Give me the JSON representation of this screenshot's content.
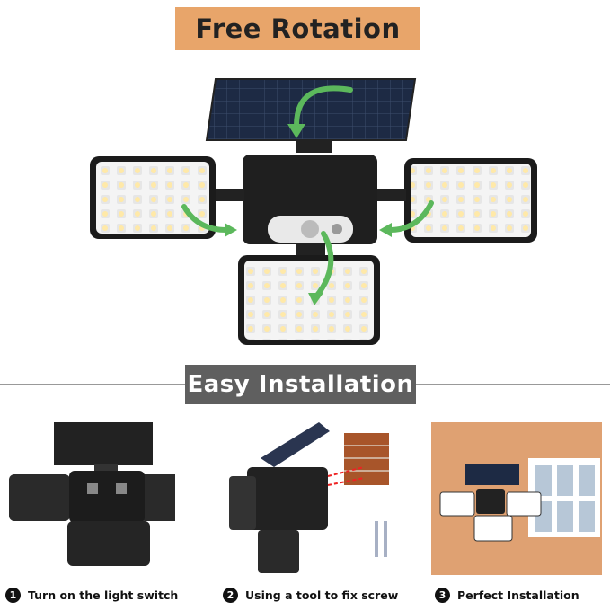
{
  "top_banner": {
    "title": "Free Rotation"
  },
  "middle_banner": {
    "title": "Easy Installation"
  },
  "steps": [
    {
      "number": "1",
      "label": "Turn on the light switch"
    },
    {
      "number": "2",
      "label": "Using a tool to fix screw"
    },
    {
      "number": "3",
      "label": "Perfect Installation"
    }
  ],
  "colors": {
    "top_banner": "#e8a56a",
    "middle_banner": "#5f5f5f",
    "arrow": "#5cb85c",
    "panel": "#1d2a44"
  }
}
